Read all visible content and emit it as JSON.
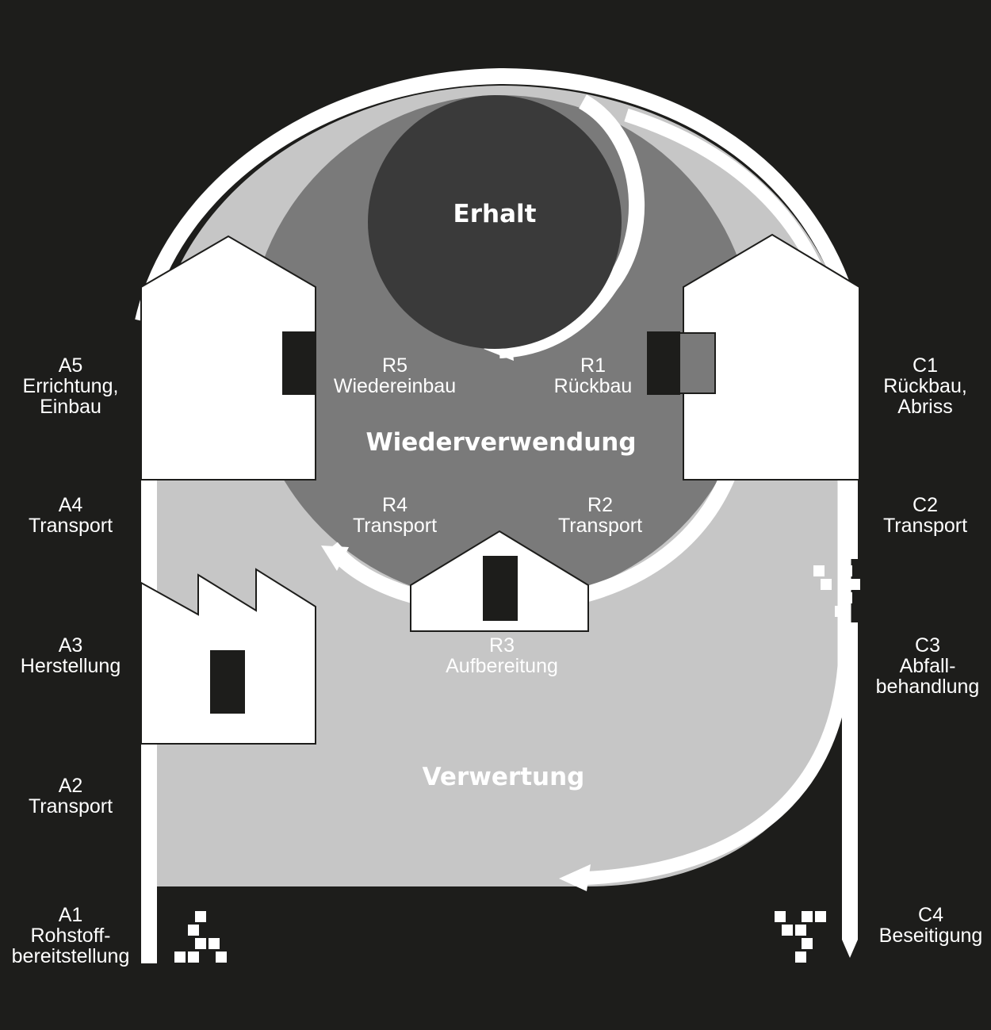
{
  "colors": {
    "background": "#1d1d1b",
    "erhalt": "#3a3a3a",
    "wiederverwendung": "#7a7a7a",
    "verwertung": "#c6c6c6",
    "white": "#ffffff"
  },
  "zones": {
    "erhalt": "Erhalt",
    "wiederverwendung": "Wiederverwendung",
    "verwertung": "Verwertung"
  },
  "left_stages": [
    {
      "code": "A5",
      "lines": [
        "Errichtung,",
        "Einbau"
      ]
    },
    {
      "code": "A4",
      "lines": [
        "Transport"
      ]
    },
    {
      "code": "A3",
      "lines": [
        "Herstellung"
      ]
    },
    {
      "code": "A2",
      "lines": [
        "Transport"
      ]
    },
    {
      "code": "A1",
      "lines": [
        "Rohstoff-",
        "bereitstellung"
      ]
    }
  ],
  "right_stages": [
    {
      "code": "C1",
      "lines": [
        "Rückbau,",
        "Abriss"
      ]
    },
    {
      "code": "C2",
      "lines": [
        "Transport"
      ]
    },
    {
      "code": "C3",
      "lines": [
        "Abfall-",
        "behandlung"
      ]
    },
    {
      "code": "C4",
      "lines": [
        "Beseitigung"
      ]
    }
  ],
  "r_stages": [
    {
      "code": "R5",
      "lines": [
        "Wiedereinbau"
      ]
    },
    {
      "code": "R1",
      "lines": [
        "Rückbau"
      ]
    },
    {
      "code": "R4",
      "lines": [
        "Transport"
      ]
    },
    {
      "code": "R2",
      "lines": [
        "Transport"
      ]
    },
    {
      "code": "R3",
      "lines": [
        "Aufbereitung"
      ]
    }
  ]
}
